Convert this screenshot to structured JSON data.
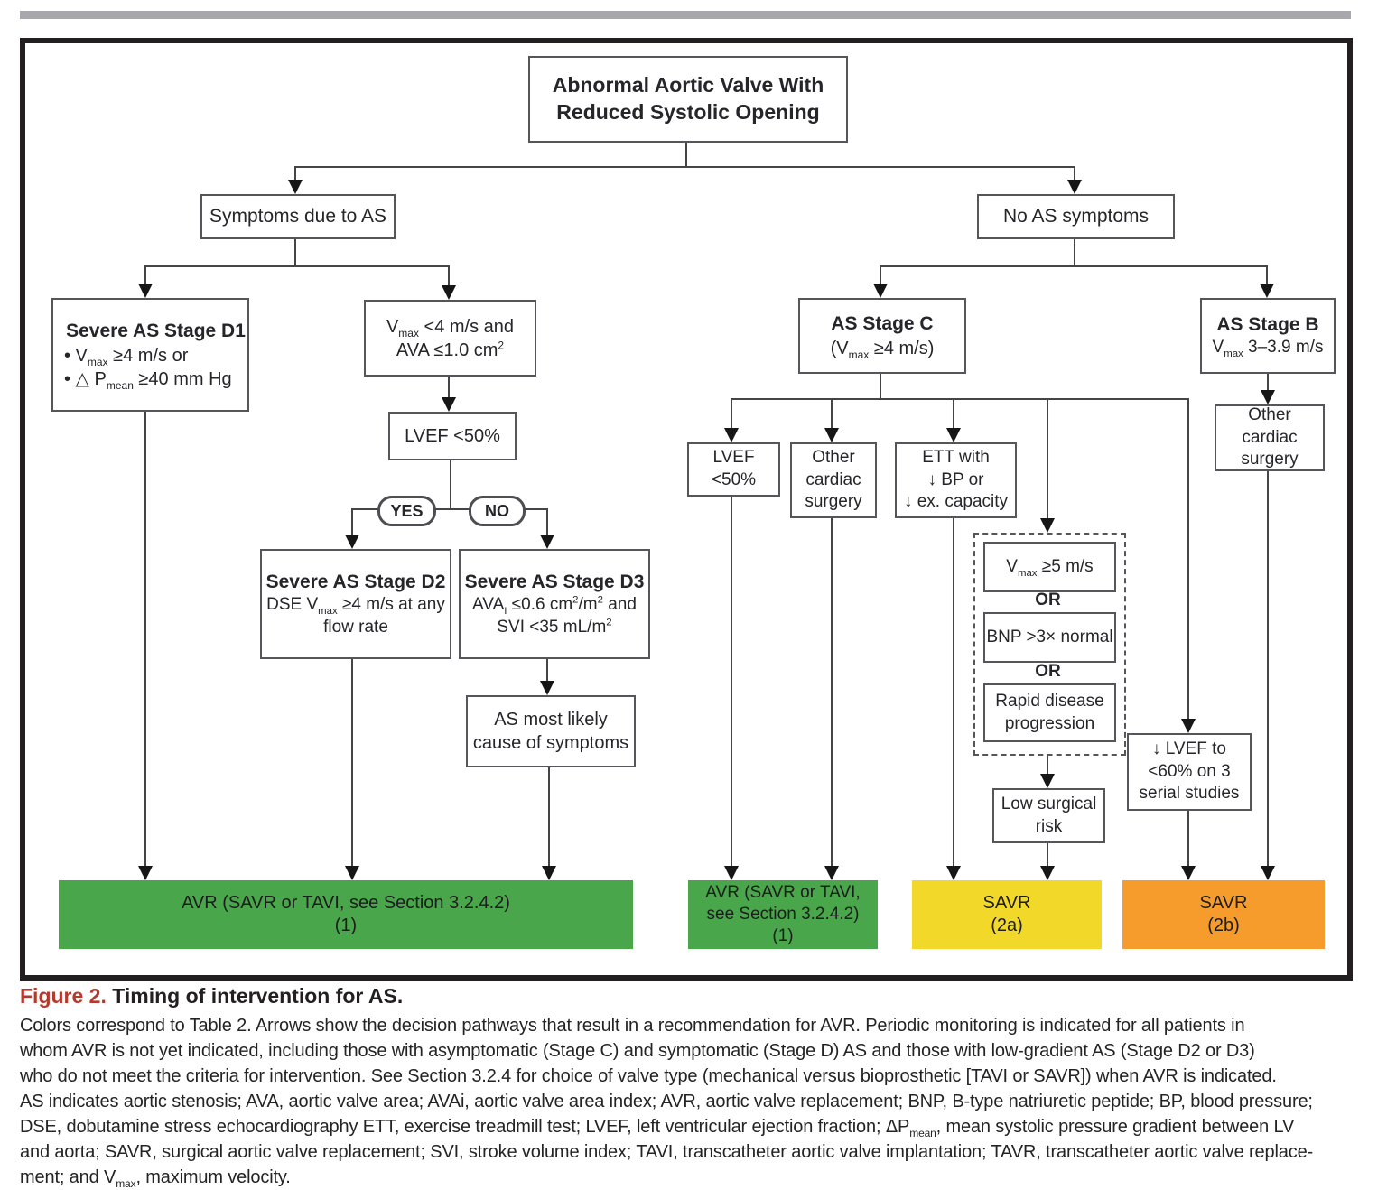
{
  "colors": {
    "top_bar": "#a8a8ac",
    "green": "#4aa64a",
    "yellow": "#f2d929",
    "orange": "#f59c2d",
    "figure_label_red": "#b43a2e"
  },
  "nodes": {
    "abnormal": [
      "Abnormal Aortic Valve With",
      "Reduced Systolic Opening"
    ],
    "symptoms": [
      "Symptoms due to AS"
    ],
    "no_symptoms": [
      "No AS symptoms"
    ],
    "d1": [
      "Severe AS Stage D1",
      "•  V_{max} ≥4 m/s or",
      "•  △ P_{mean} ≥40 mm Hg"
    ],
    "vmax_lt4": [
      "V_{max} <4 m/s and",
      "AVA ≤1.0 cm^{2}"
    ],
    "lvef50_left": [
      "LVEF <50%"
    ],
    "yes": "YES",
    "no": "NO",
    "d2": [
      "Severe AS Stage D2",
      "DSE V_{max} ≥4 m/s at any",
      "flow rate"
    ],
    "d3": [
      "Severe AS Stage D3",
      "AVA_{I} ≤0.6 cm^{2}/m^{2} and",
      "SVI <35 mL/m^{2}"
    ],
    "as_most_likely": [
      "AS most likely",
      "cause of symptoms"
    ],
    "stage_c": [
      "AS Stage C",
      "(V_{max} ≥4 m/s)"
    ],
    "stage_b": [
      "AS Stage B",
      "V_{max} 3–3.9 m/s"
    ],
    "lvef50_right": [
      "LVEF",
      "<50%"
    ],
    "other_cardiac_c": [
      "Other",
      "cardiac",
      "surgery"
    ],
    "ett": [
      "ETT with",
      "↓ BP or",
      "↓ ex. capacity"
    ],
    "vmax_ge5": [
      "V_{max} ≥5 m/s"
    ],
    "or": "OR",
    "bnp": [
      "BNP >3× normal"
    ],
    "rapid": [
      "Rapid disease",
      "progression"
    ],
    "low_risk": [
      "Low surgical",
      "risk"
    ],
    "lvef60": [
      "↓ LVEF to",
      "<60% on 3",
      "serial studies"
    ],
    "other_cardiac_b": [
      "Other",
      "cardiac",
      "surgery"
    ]
  },
  "results": {
    "avr_wide": [
      "AVR (SAVR or TAVI, see Section 3.2.4.2)",
      "(1)"
    ],
    "avr_narrow": [
      "AVR (SAVR or TAVI,",
      "see Section 3.2.4.2)",
      "(1)"
    ],
    "savr_2a": [
      "SAVR",
      "(2a)"
    ],
    "savr_2b": [
      "SAVR",
      "(2b)"
    ]
  },
  "caption": {
    "label": "Figure 2.",
    "title": "Timing of intervention for AS.",
    "lines": [
      "Colors correspond to Table 2. Arrows show the decision pathways that result in a recommendation for AVR. Periodic monitoring is indicated for all patients in",
      "whom AVR is not yet indicated, including those with asymptomatic (Stage C) and symptomatic (Stage D) AS and those with low-gradient AS (Stage D2 or D3)",
      "who do not meet the criteria for intervention. See Section 3.2.4 for choice of valve type (mechanical versus bioprosthetic [TAVI or SAVR]) when AVR is indicated.",
      "AS indicates aortic stenosis; AVA, aortic valve area; AVAi, aortic valve area index; AVR, aortic valve replacement; BNP, B-type natriuretic peptide; BP, blood pressure;",
      "DSE, dobutamine stress echocardiography ETT, exercise treadmill test; LVEF, left ventricular ejection fraction; ΔP_{mean}, mean systolic pressure gradient between LV",
      "and aorta; SAVR, surgical aortic valve replacement; SVI, stroke volume index; TAVI, transcatheter aortic valve implantation; TAVR, transcatheter aortic valve replace-",
      "ment; and V_{max}, maximum velocity."
    ]
  }
}
